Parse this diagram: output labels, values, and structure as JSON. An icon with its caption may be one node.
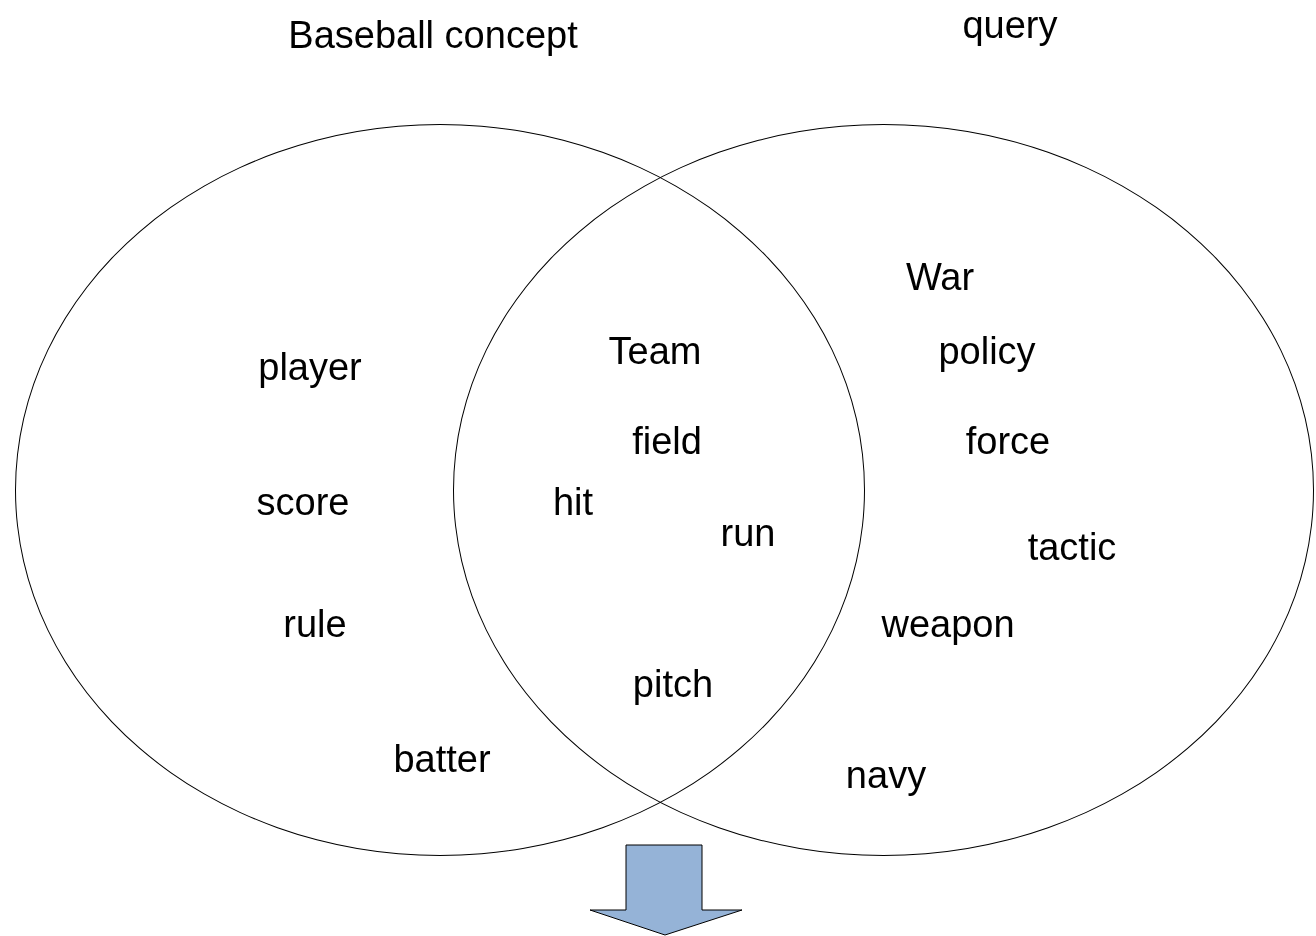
{
  "diagram": {
    "nodes": [
      {
        "text": [
          "Baseball concept"
        ]
      },
      {
        "text": [
          "query"
        ]
      }
    ],
    "edges": [],
    "labels": [
      "War",
      "Team",
      "policy",
      "player",
      "field",
      "force",
      "score",
      "hit",
      "run",
      "tactic",
      "rule",
      "weapon",
      "pitch",
      "batter",
      "navy"
    ]
  }
}
